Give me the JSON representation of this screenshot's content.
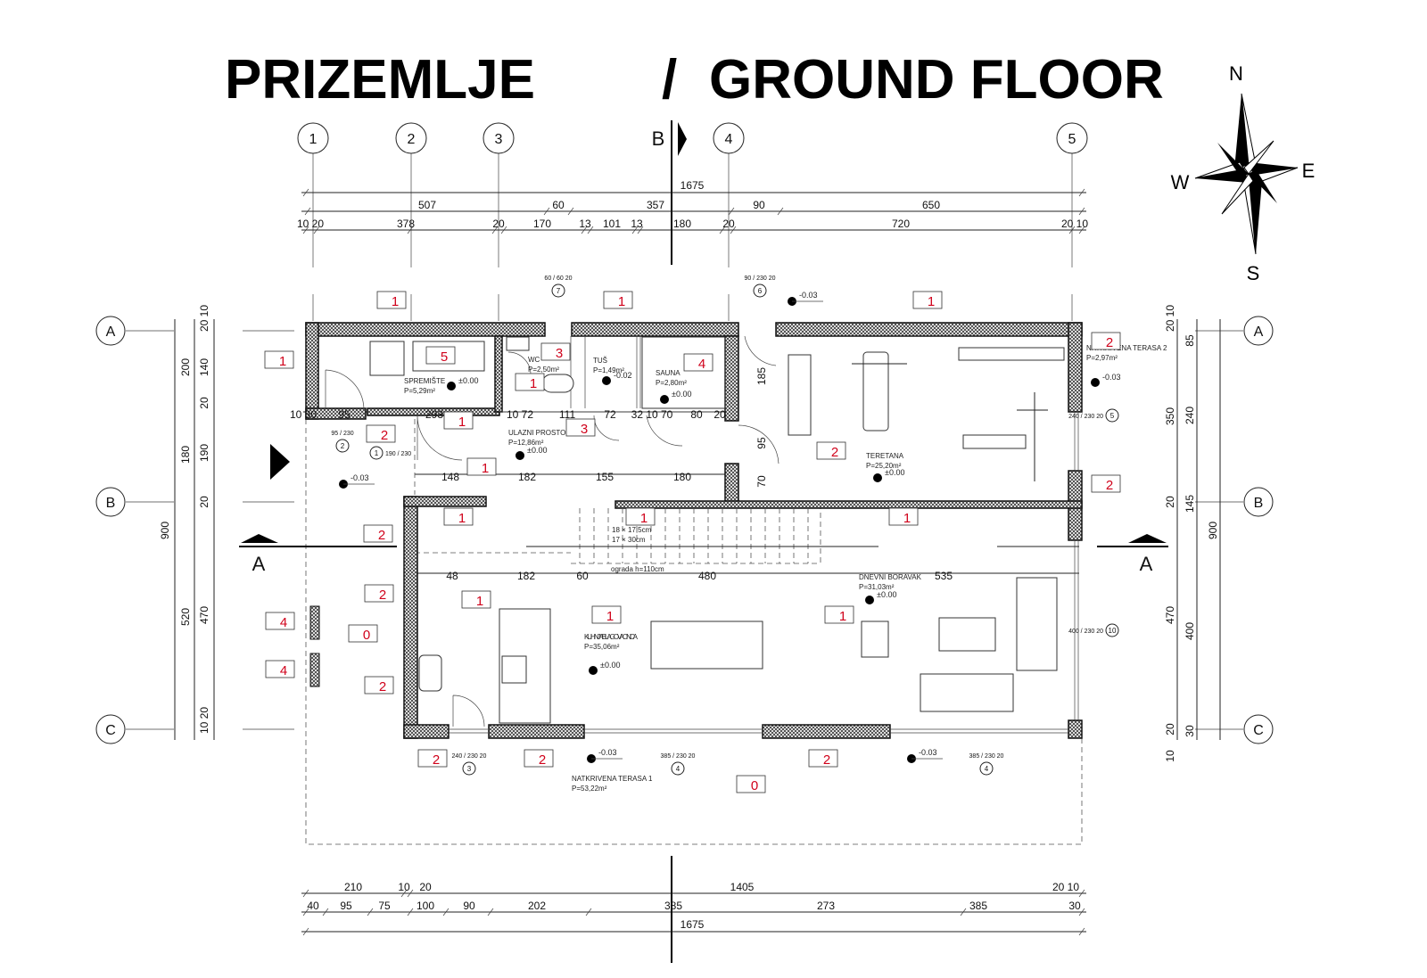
{
  "title": {
    "left": "PRIZEMLJE",
    "slash": "/",
    "right": "GROUND FLOOR"
  },
  "compass": {
    "n": "N",
    "e": "E",
    "s": "S",
    "w": "W"
  },
  "grid": {
    "columns": [
      "1",
      "2",
      "3",
      "4",
      "5"
    ],
    "rows_left": [
      "A",
      "B",
      "C"
    ],
    "rows_right": [
      "A",
      "B",
      "C"
    ],
    "section_b": "B",
    "section_a_left": "A",
    "section_a_right": "A"
  },
  "dimensions": {
    "top_overall": [
      "1675"
    ],
    "top_mid": [
      "507",
      "60",
      "357",
      "90",
      "650"
    ],
    "top_detail": [
      "10 20",
      "378",
      "20",
      "170",
      "13",
      "101",
      "13",
      "180",
      "20",
      "720",
      "20 10"
    ],
    "bottom_1": [
      "210",
      "10",
      "20",
      "1405",
      "20 10"
    ],
    "bottom_2": [
      "40",
      "95",
      "75",
      "100",
      "90",
      "202",
      "385",
      "273",
      "385",
      "30"
    ],
    "bottom_overall": [
      "1675"
    ],
    "left_overall": [
      "900"
    ],
    "left_mid": [
      "200",
      "180",
      "520"
    ],
    "left_detail": [
      "20 10",
      "140",
      "20",
      "190",
      "20",
      "470",
      "10 20"
    ],
    "right_detail": [
      "20 10",
      "350",
      "20",
      "470",
      "20",
      "10"
    ],
    "right_mid": [
      "85",
      "240",
      "145",
      "400",
      "30"
    ],
    "right_overall": [
      "900"
    ],
    "interior_1": [
      "10 30",
      "95",
      "293",
      "10 72",
      "111",
      "72",
      "32 10 70",
      "80",
      "20"
    ],
    "interior_2": [
      "148",
      "182",
      "155",
      "180"
    ],
    "interior_3": [
      "48",
      "182",
      "60",
      "480",
      "535"
    ],
    "other": [
      "95",
      "70",
      "185"
    ]
  },
  "rooms": [
    {
      "name": "SPREMIŠTE",
      "area": "P=5,29m²",
      "level": "±0.00"
    },
    {
      "name": "WC",
      "area": "P=2,50m²",
      "level": ""
    },
    {
      "name": "TUŠ",
      "area": "P=1,49m²",
      "level": "-0.02"
    },
    {
      "name": "SAUNA",
      "area": "P=2,80m²",
      "level": "±0.00"
    },
    {
      "name": "ULAZNI PROSTOR",
      "area": "P=12,86m²",
      "level": "±0.00"
    },
    {
      "name": "TERETANA",
      "area": "P=25,20m²",
      "level": "±0.00"
    },
    {
      "name": "NATKRIVENA TERASA 2",
      "area": "P=2,97m²",
      "level": "-0.03"
    },
    {
      "name": "KUHINJA I BLAGOVAONICA",
      "area": "P=35,06m²",
      "level": "±0.00"
    },
    {
      "name": "DNEVNI BORAVAK",
      "area": "P=31,03m²",
      "level": "±0.00"
    },
    {
      "name": "NATKRIVENA TERASA 1",
      "area": "P=53,22m²",
      "level": ""
    }
  ],
  "exterior_levels": [
    "-0.03",
    "-0.03",
    "-0.03",
    "-0.03"
  ],
  "stairs": {
    "steps_1": "18 × 17,5cm",
    "steps_2": "17 × 30cm",
    "railing": "ograda h=110cm"
  },
  "tags": [
    "1",
    "1",
    "1",
    "1",
    "5",
    "3",
    "1",
    "4",
    "2",
    "1",
    "3",
    "1",
    "2",
    "2",
    "2",
    "1",
    "1",
    "1",
    "2",
    "2",
    "1",
    "1",
    "1",
    "4",
    "4",
    "0",
    "2",
    "2",
    "2",
    "2",
    "0"
  ],
  "door_marks": [
    {
      "num": "2",
      "dims": "95 / 230"
    },
    {
      "num": "1",
      "dims": "190 / 230"
    },
    {
      "num": "7",
      "dims": "60 / 60 20"
    },
    {
      "num": "6",
      "dims": "90 / 230 20"
    },
    {
      "num": "5",
      "dims": "240 / 230 20"
    },
    {
      "num": "10",
      "dims": "400 / 230 20"
    },
    {
      "num": "3",
      "dims": "240 / 230 20"
    },
    {
      "num": "4",
      "dims": "385 / 230 20"
    },
    {
      "num": "4",
      "dims": "385 / 230 20"
    }
  ],
  "colors": {
    "tag_text": "#d0021b",
    "wall_hatch": "#222222",
    "line": "#222222"
  }
}
